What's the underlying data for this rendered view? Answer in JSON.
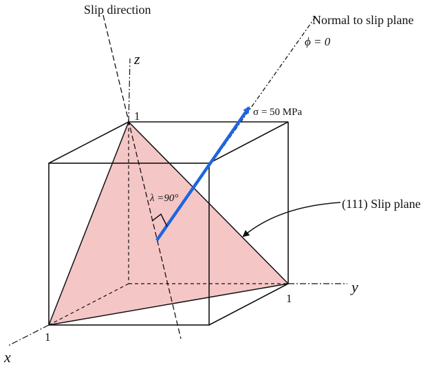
{
  "labels": {
    "slip_direction": "Slip direction",
    "normal": "Normal to slip plane",
    "phi": "ϕ = 0",
    "sigma": "σ = 50 MPa",
    "lambda": "λ =90°",
    "slip_plane": "(111) Slip plane",
    "axis_x": "x",
    "axis_y": "y",
    "axis_z": "z",
    "one_top": "1",
    "one_left": "1",
    "one_right": "1"
  },
  "colors": {
    "plane_fill": "#f5c6c6",
    "arrow": "#1e66e0",
    "line": "#111111"
  }
}
